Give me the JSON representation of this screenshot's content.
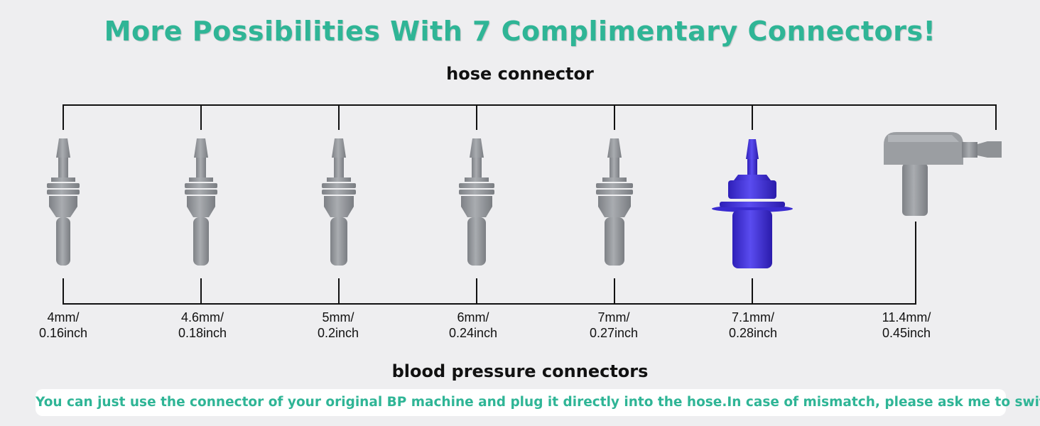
{
  "title": "More Possibilities With 7 Complimentary Connectors!",
  "hose_label": "hose connector",
  "bp_label": "blood pressure connectors",
  "connectors": [
    {
      "mm": "4mm/",
      "inch": "0.16inch",
      "color": "#8f9296"
    },
    {
      "mm": "4.6mm/",
      "inch": "0.18inch",
      "color": "#8f9296"
    },
    {
      "mm": "5mm/",
      "inch": "0.2inch",
      "color": "#8f9296"
    },
    {
      "mm": "6mm/",
      "inch": "0.24inch",
      "color": "#8f9296"
    },
    {
      "mm": "7mm/",
      "inch": "0.27inch",
      "color": "#8f9296"
    },
    {
      "mm": "7.1mm/",
      "inch": "0.28inch",
      "color": "#3f2fd6"
    },
    {
      "mm": "11.4mm/",
      "inch": "0.45inch",
      "color": "#8f9296"
    }
  ],
  "note": "You can just use the connector of your original BP machine and plug it directly into the hose.In case of mismatch, please ask me to switch!",
  "colors": {
    "accent": "#2fb596",
    "text": "#111111",
    "background": "#eeeef0"
  }
}
